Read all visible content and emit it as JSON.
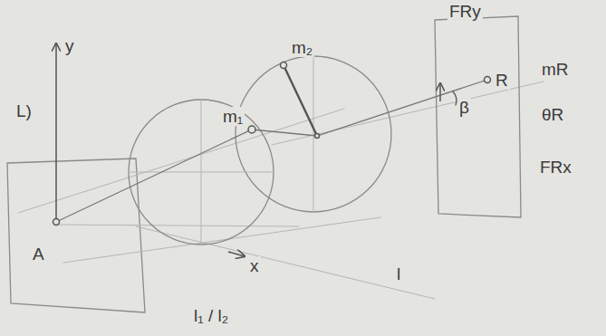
{
  "diagram": {
    "labels": [
      "y",
      "L)",
      "A",
      "x",
      "l₁ / l₂",
      "l",
      "m₂",
      "m₁",
      "FRy",
      "R",
      "β",
      "mR",
      "θR",
      "FRx"
    ]
  }
}
